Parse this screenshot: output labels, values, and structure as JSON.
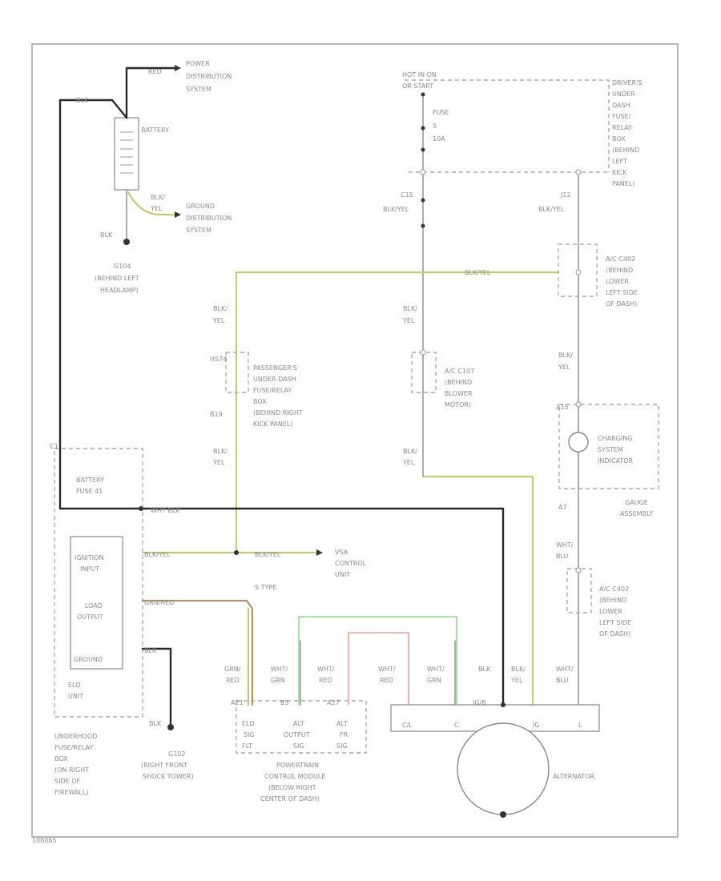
{
  "labels": {
    "red_top": "RED",
    "power_dist": [
      "POWER",
      "DISTRIBUTION",
      "SYSTEM"
    ],
    "blk_top": "BLK",
    "battery": "BATTERY",
    "blk_yel_gnd": [
      "BLK/",
      "YEL"
    ],
    "ground_dist": [
      "GROUND",
      "DISTRIBUTION",
      "SYSTEM"
    ],
    "blk_batt": "BLK",
    "g104": [
      "G104",
      "(BEHIND LEFT",
      "HEADLAMP)"
    ],
    "hot_in": [
      "HOT IN ON",
      "OR START"
    ],
    "fuse": [
      "FUSE",
      "5",
      "10A"
    ],
    "drivers_fuse": [
      "DRIVER'S",
      "UNDER-",
      "DASH",
      "FUSE/",
      "RELAY",
      "BOX",
      "(BEHIND",
      "LEFT",
      "KICK",
      "PANEL)"
    ],
    "c15": [
      "C15",
      "BLK/YEL"
    ],
    "j12": [
      "J12",
      "BLK/YEL"
    ],
    "blk_yel_h": "BLK/YEL",
    "ac_c402_top": [
      "A/C C402",
      "(BEHIND",
      "LOWER",
      "LEFT SIDE",
      "OF DASH)"
    ],
    "blk_yel_left1": [
      "BLK/",
      "YEL"
    ],
    "blk_yel_mid1": [
      "BLK/",
      "YEL"
    ],
    "blk_yel_right1": [
      "BLK/",
      "YEL"
    ],
    "hs74": "HS74",
    "pass_fuse": [
      "PASSENGER'S",
      "UNDER-DASH",
      "FUSE/RELAY",
      "BOX",
      "(BEHIND RIGHT",
      "KICK PANEL)"
    ],
    "b19": "B19",
    "ac_c107": [
      "A/C C107",
      "(BEHIND",
      "BLOWER",
      "MOTOR)"
    ],
    "a15": "A15",
    "charging_ind": [
      "CHARGING",
      "SYSTEM",
      "INDICATOR"
    ],
    "gauge_assy": [
      "GAUGE",
      "ASSEMBLY"
    ],
    "c_left": "C1",
    "blk_yel_left2": [
      "BLK/",
      "YEL"
    ],
    "blk_yel_mid2": [
      "BLK/",
      "YEL"
    ],
    "battery_fuse": [
      "BATTERY",
      "FUSE 41"
    ],
    "wht_blk": "WHT BLK",
    "a7": "A7",
    "ignition_input": [
      "IGNITION",
      "INPUT"
    ],
    "blk_yel_ign": "BLK/YEL",
    "blk_yel_ign2": "BLK/YEL",
    "vsa": [
      "VSA",
      "CONTROL",
      "UNIT"
    ],
    "s_type": "S TYPE",
    "wht_blu": [
      "WHT/",
      "BLU"
    ],
    "load_output": [
      "LOAD",
      "OUTPUT"
    ],
    "grn_red_w": "GRN/RED",
    "ac_c402_bot": [
      "A/C C402",
      "(BEHIND",
      "LOWER",
      "LEFT SIDE",
      "OF DASH)"
    ],
    "ground_elu": "GROUND",
    "blk_elu": "BLK",
    "elu_unit": [
      "ELD",
      "UNIT"
    ],
    "grn_red": [
      "GRN/",
      "RED"
    ],
    "wht_grn1": [
      "WHT/",
      "GRN"
    ],
    "wht_red1": [
      "WHT/",
      "RED"
    ],
    "wht_red2": [
      "WHT/",
      "RED"
    ],
    "wht_grn2": [
      "WHT/",
      "GRN"
    ],
    "blk_bottom": "BLK",
    "blk_yel_bottom": [
      "BLK/",
      "YEL"
    ],
    "wht_blu_bottom": [
      "WHT/",
      "BLU"
    ],
    "pin_a": "A21",
    "pin_b": "B5",
    "pin_c": "A27",
    "pin_ign": "IG/B",
    "eld_sig": [
      "ELD",
      "SIG",
      "FLT"
    ],
    "alt_output": [
      "ALT",
      "OUTPUT",
      "SIG"
    ],
    "alt_fr": [
      "ALT",
      "FR",
      "SIG"
    ],
    "alt_pins": [
      "C/L",
      "C",
      "IG",
      "L"
    ],
    "blk_gnd": "BLK",
    "g102": [
      "G102",
      "(RIGHT FRONT",
      "SHOCK TOWER)"
    ],
    "underhood": [
      "UNDERHOOD",
      "FUSE/RELAY",
      "BOX",
      "(ON RIGHT",
      "SIDE OF",
      "FIREWALL)"
    ],
    "pcm": [
      "POWERTRAIN",
      "CONTROL MODULE",
      "(BELOW RIGHT",
      "CENTER OF DASH)"
    ],
    "alternator": "ALTERNATOR",
    "diagram_code": "106065"
  }
}
